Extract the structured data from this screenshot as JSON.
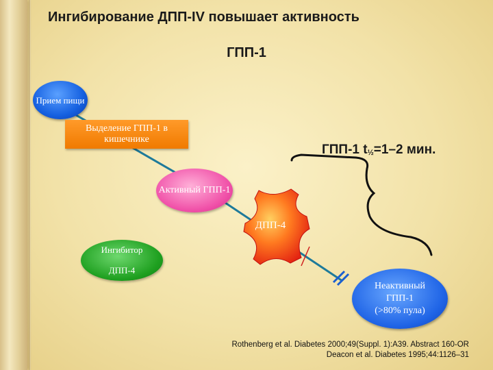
{
  "title": {
    "line1": "Ингибирование ДПП-IV повышает активность",
    "line2": "ГПП-1"
  },
  "nodes": {
    "food_intake": "Прием пищи",
    "secretion": "Выделение ГПП-1 в кишечнике",
    "active_glp1": "Активный ГПП-1",
    "dpp4": "ДПП-4",
    "inhibitor_line1": "Ингибитор",
    "inhibitor_line2": "ДПП-4",
    "inactive_line1": "Неактивный",
    "inactive_line2": "ГПП-1",
    "inactive_line3": "(>80% пула)"
  },
  "half_life": {
    "prefix": "ГПП-1 t",
    "subscript": "½",
    "suffix": "=1–2 мин."
  },
  "references": {
    "line1": "Rothenberg et al. Diabetes 2000;49(Suppl. 1):A39. Abstract 160-OR",
    "line2": "Deacon et al. Diabetes 1995;44:1126–31"
  },
  "colors": {
    "background": "#f2e2a8",
    "food_oval": "#1560e0",
    "secretion_box": "#f07a00",
    "active_oval": "#f050a8",
    "dpp4_shape": "#ff3a1a",
    "inhibitor_oval": "#1fa020",
    "inactive_oval": "#1f64e6",
    "pathway_line": "#1e7a9a"
  },
  "icons": {
    "inhibition": "inhibition-bar-icon"
  }
}
